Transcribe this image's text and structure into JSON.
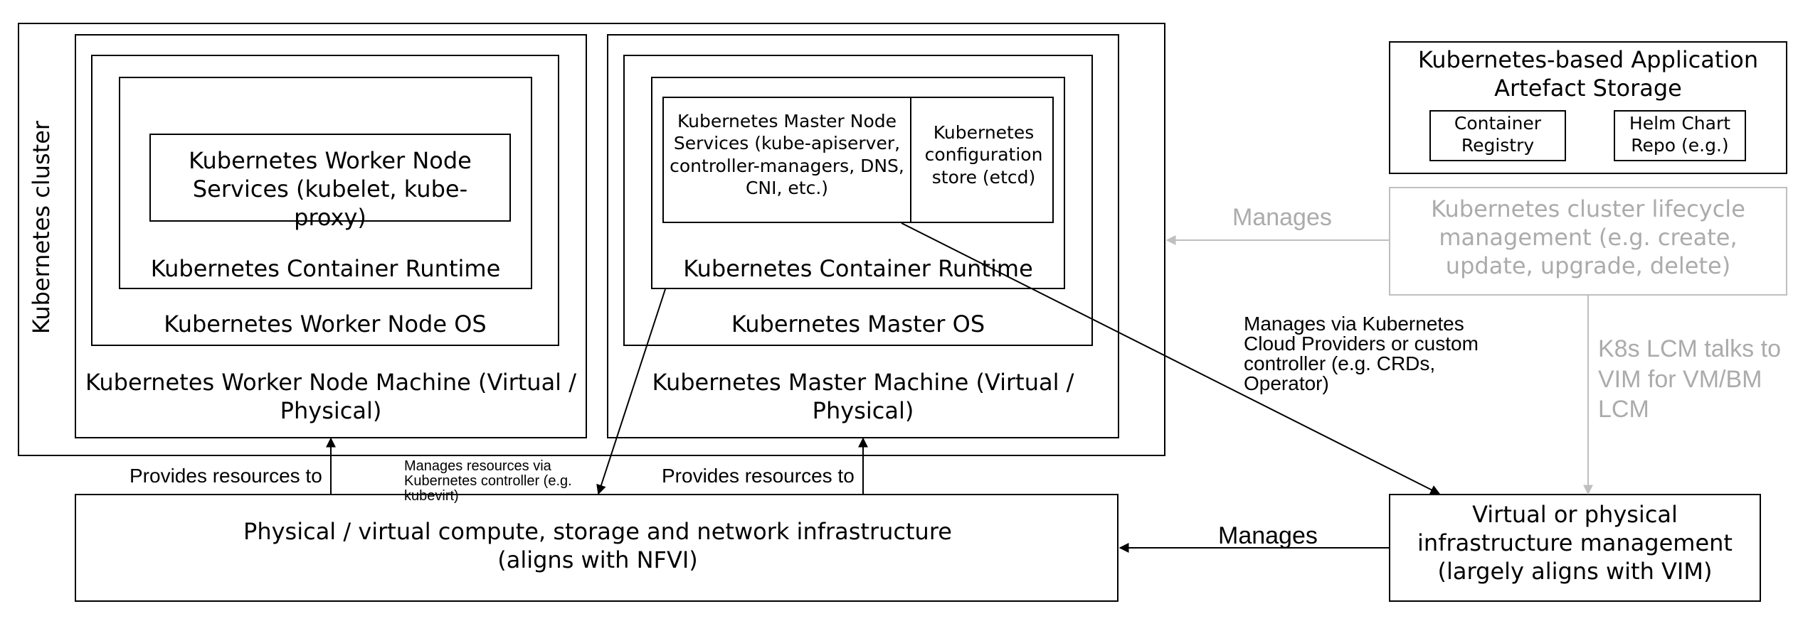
{
  "cluster": {
    "label": "Kubernetes cluster"
  },
  "worker": {
    "services": "Kubernetes Worker Node Services (kubelet, kube-proxy)",
    "runtime": "Kubernetes Container Runtime",
    "os": "Kubernetes Worker Node OS",
    "machine": "Kubernetes Worker Node Machine (Virtual / Physical)"
  },
  "master": {
    "services": "Kubernetes Master Node Services (kube-apiserver, controller-managers, DNS, CNI, etc.)",
    "config_store": "Kubernetes configuration store (etcd)",
    "runtime": "Kubernetes Container Runtime",
    "os": "Kubernetes Master OS",
    "machine": "Kubernetes Master Machine (Virtual / Physical)"
  },
  "infrastructure": {
    "label": "Physical / virtual compute, storage and network infrastructure (aligns with NFVI)"
  },
  "artefact_storage": {
    "title": "Kubernetes-based Application Artefact Storage",
    "registry": "Container Registry",
    "helm": "Helm Chart Repo (e.g.)"
  },
  "lcm": {
    "label": "Kubernetes cluster lifecycle management (e.g. create, update, upgrade, delete)"
  },
  "vim": {
    "label": "Virtual or physical infrastructure management (largely aligns with VIM)"
  },
  "edges": {
    "provides_left": "Provides resources to",
    "provides_right": "Provides resources to",
    "manages_kubevirt": "Manages resources via Kubernetes controller (e.g. kubevirt)",
    "manages_gray": "Manages",
    "manages_cloud": "Manages via Kubernetes Cloud Providers or custom controller (e.g. CRDs, Operator)",
    "k8s_lcm_talks": "K8s LCM talks to VIM for VM/BM LCM",
    "manages_bottom": "Manages"
  },
  "colors": {
    "line": "#000000",
    "gray": "#bfbfbf",
    "gray_text": "#ababab"
  }
}
